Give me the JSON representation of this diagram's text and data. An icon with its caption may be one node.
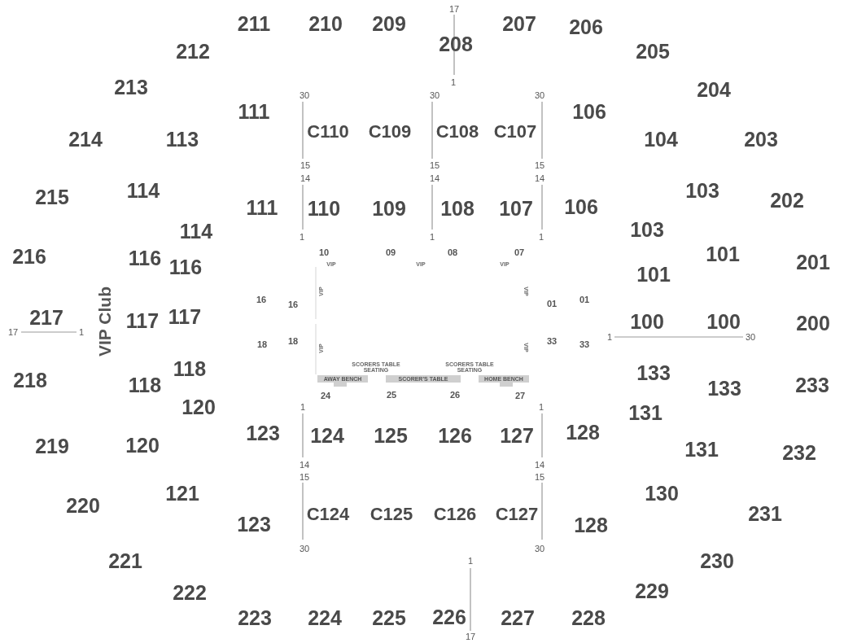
{
  "diagram": {
    "nodes": [
      {
        "text": [
          "AWAY BENCH"
        ]
      },
      {
        "text": [
          "SCORER'S TABLE"
        ]
      },
      {
        "text": [
          "HOME BENCH"
        ]
      }
    ],
    "labels": [
      "211",
      "210",
      "209",
      "17",
      "207",
      "206",
      "212",
      "208",
      "205",
      "1",
      "213",
      "30",
      "30",
      "30",
      "204",
      "111",
      "106",
      "C110",
      "C109",
      "C108",
      "C107",
      "214",
      "113",
      "104",
      "203",
      "15",
      "15",
      "15",
      "14",
      "14",
      "14",
      "215",
      "114",
      "103",
      "202",
      "111",
      "110",
      "109",
      "108",
      "107",
      "106",
      "114",
      "1",
      "1",
      "1",
      "103",
      "216",
      "116",
      "116",
      "10",
      "VIP",
      "09",
      "VIP",
      "08",
      "VIP",
      "07",
      "101",
      "101",
      "201",
      "16",
      "16",
      "VIP",
      "VIP",
      "01",
      "01",
      "17",
      "217",
      "1",
      "VIP Club",
      "117",
      "117",
      "1",
      "100",
      "100",
      "30",
      "200",
      "18",
      "18",
      "VIP",
      "VIP",
      "33",
      "33",
      "118",
      "SCORERS TABLE SEATING",
      "SCORERS TABLE SEATING",
      "133",
      "218",
      "118",
      "133",
      "233",
      "24",
      "25",
      "26",
      "27",
      "120",
      "1",
      "1",
      "131",
      "123",
      "124",
      "125",
      "126",
      "127",
      "128",
      "219",
      "120",
      "131",
      "232",
      "14",
      "14",
      "15",
      "15",
      "121",
      "130",
      "220",
      "C124",
      "C125",
      "C126",
      "C127",
      "231",
      "123",
      "128",
      "221",
      "30",
      "1",
      "30",
      "230",
      "222",
      "229",
      "223",
      "224",
      "225",
      "226",
      "227",
      "228",
      "17"
    ]
  }
}
